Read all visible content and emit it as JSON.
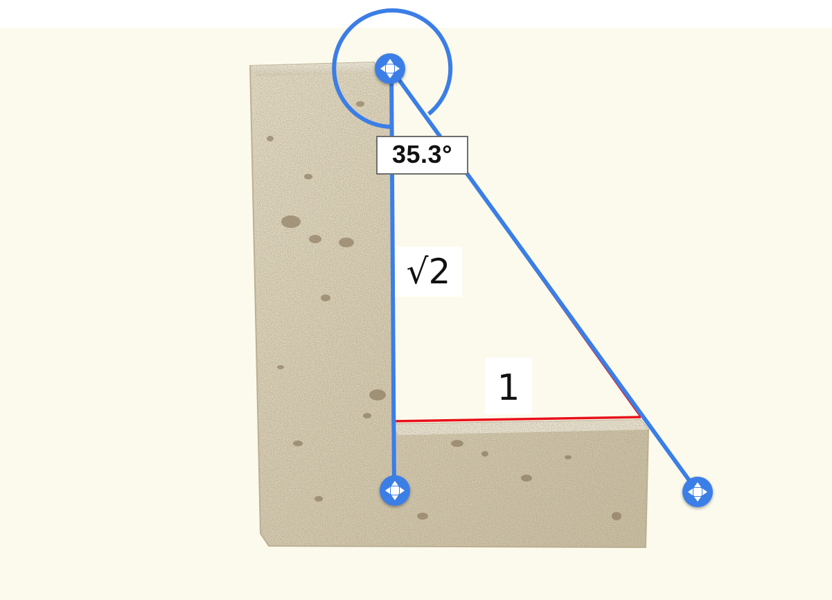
{
  "angle_tool": {
    "angle_readout": "35.3°"
  },
  "labels": {
    "vertical_side": "√2",
    "horizontal_side": "1"
  },
  "colors": {
    "background": "#fcfaec",
    "tool_blue": "#3b7ee6",
    "construction_red": "#e8101a",
    "stone": "#d9d2bd"
  },
  "icons": {
    "handle": "move-handle-icon"
  }
}
